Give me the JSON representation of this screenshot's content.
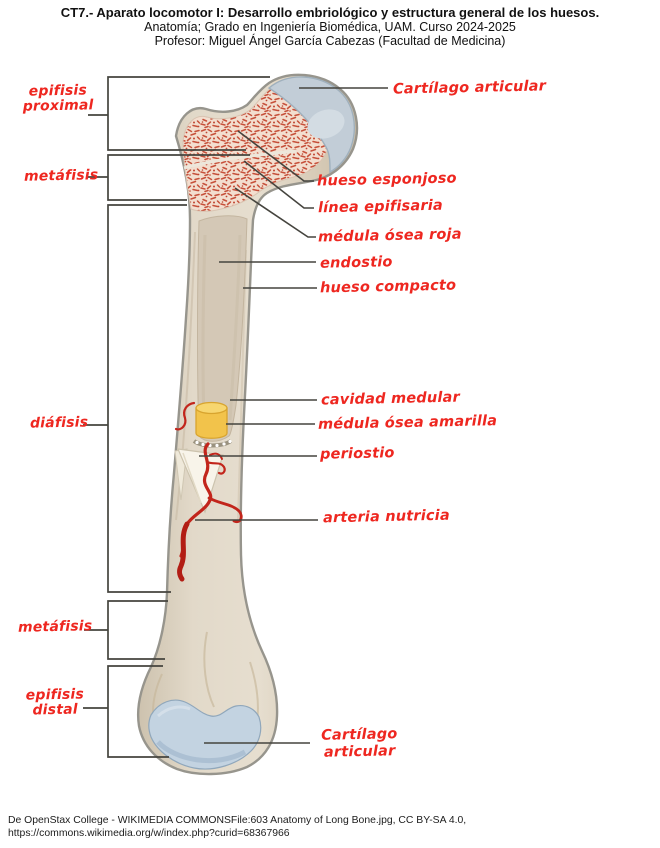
{
  "header": {
    "title": "CT7.- Aparato locomotor I:  Desarrollo embriológico y estructura general de los huesos.",
    "course": "Anatomía; Grado en Ingeniería Biomédica, UAM. Curso 2024-2025",
    "professor": "Profesor: Miguel Ángel García Cabezas (Facultad de Medicina)"
  },
  "annotations": {
    "left": {
      "epifisis_proximal": "epifisis\nproximal",
      "metafisis_superior": "metáfisis",
      "diafisis": "diáfisis",
      "metafisis_inferior": "metáfisis",
      "epifisis_distal": "epifisis\ndistal"
    },
    "right": {
      "cartilago_articular_superior": "Cartílago articular",
      "hueso_esponjoso": "hueso esponjoso",
      "linea_epifisaria": "línea epifisaria",
      "medula_osea_roja": "médula ósea roja",
      "endostio": "endostio",
      "hueso_compacto": "hueso compacto",
      "cavidad_medular": "cavidad medular",
      "medula_osea_amarilla": "médula ósea amarilla",
      "periostio": "periostio",
      "arteria_nutricia": "arteria nutricia",
      "cartilago_articular_inferior": "Cartílago\narticular"
    }
  },
  "footer": {
    "line1": "De OpenStax College - WIKIMEDIA COMMONSFile:603 Anatomy of Long Bone.jpg, CC BY-SA 4.0,",
    "line2": "https://commons.wikimedia.org/w/index.php?curid=68367966"
  },
  "colors": {
    "annotation_red": "#ee2720",
    "line_dark": "#45443e",
    "bone_beige": "#dcd1c0",
    "spongy_pink": "#f3decf",
    "speckle_red": "#c6503a",
    "cartilage_blue": "#c3d3e1",
    "marrow_yellow": "#f2c34b",
    "artery_red": "#c2251b"
  }
}
